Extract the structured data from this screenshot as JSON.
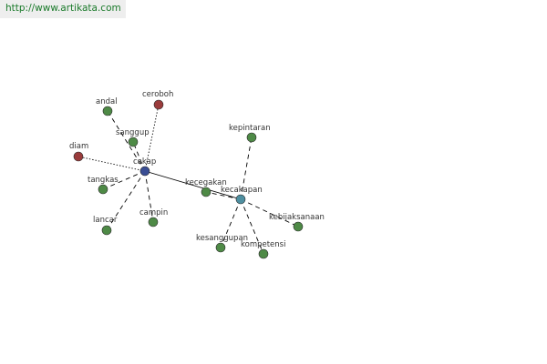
{
  "url": "http://www.artikata.com",
  "colors": {
    "url_text": "#1a7a2a",
    "url_bg": "#eeeeee",
    "synonym": "#4e8a46",
    "antonym": "#9a3b3b",
    "center": "#3a4e94",
    "secondary": "#4e8fa0",
    "edge": "#000000"
  },
  "nodes": [
    {
      "id": "cakap",
      "label": "cakap",
      "kind": "center"
    },
    {
      "id": "kecakapan",
      "label": "kecakapan",
      "kind": "secondary"
    },
    {
      "id": "andal",
      "label": "andal",
      "kind": "synonym"
    },
    {
      "id": "ceroboh",
      "label": "ceroboh",
      "kind": "antonym"
    },
    {
      "id": "sanggup",
      "label": "sanggup",
      "kind": "synonym"
    },
    {
      "id": "diam",
      "label": "diam",
      "kind": "antonym"
    },
    {
      "id": "tangkas",
      "label": "tangkas",
      "kind": "synonym"
    },
    {
      "id": "lancar",
      "label": "lancar",
      "kind": "synonym"
    },
    {
      "id": "campin",
      "label": "campin",
      "kind": "synonym"
    },
    {
      "id": "kepintaran",
      "label": "kepintaran",
      "kind": "synonym"
    },
    {
      "id": "kecegakan",
      "label": "kecegakan",
      "kind": "synonym"
    },
    {
      "id": "kebijaksanaan",
      "label": "kebijaksanaan",
      "kind": "synonym"
    },
    {
      "id": "kesanggupan",
      "label": "kesanggupan",
      "kind": "synonym"
    },
    {
      "id": "kompetensi",
      "label": "kompetensi",
      "kind": "synonym"
    }
  ],
  "edges": [
    {
      "from": "cakap",
      "to": "kecakapan",
      "style": "solid"
    },
    {
      "from": "cakap",
      "to": "andal",
      "style": "dashed"
    },
    {
      "from": "cakap",
      "to": "ceroboh",
      "style": "dotted"
    },
    {
      "from": "cakap",
      "to": "sanggup",
      "style": "dashed"
    },
    {
      "from": "cakap",
      "to": "diam",
      "style": "dotted"
    },
    {
      "from": "cakap",
      "to": "tangkas",
      "style": "dashed"
    },
    {
      "from": "cakap",
      "to": "lancar",
      "style": "dashed"
    },
    {
      "from": "cakap",
      "to": "campin",
      "style": "dashed"
    },
    {
      "from": "kecakapan",
      "to": "kepintaran",
      "style": "dashed"
    },
    {
      "from": "kecakapan",
      "to": "kecegakan",
      "style": "dashed"
    },
    {
      "from": "kecakapan",
      "to": "kebijaksanaan",
      "style": "dashed"
    },
    {
      "from": "kecakapan",
      "to": "kesanggupan",
      "style": "dashed"
    },
    {
      "from": "kecakapan",
      "to": "kompetensi",
      "style": "dashed"
    }
  ]
}
